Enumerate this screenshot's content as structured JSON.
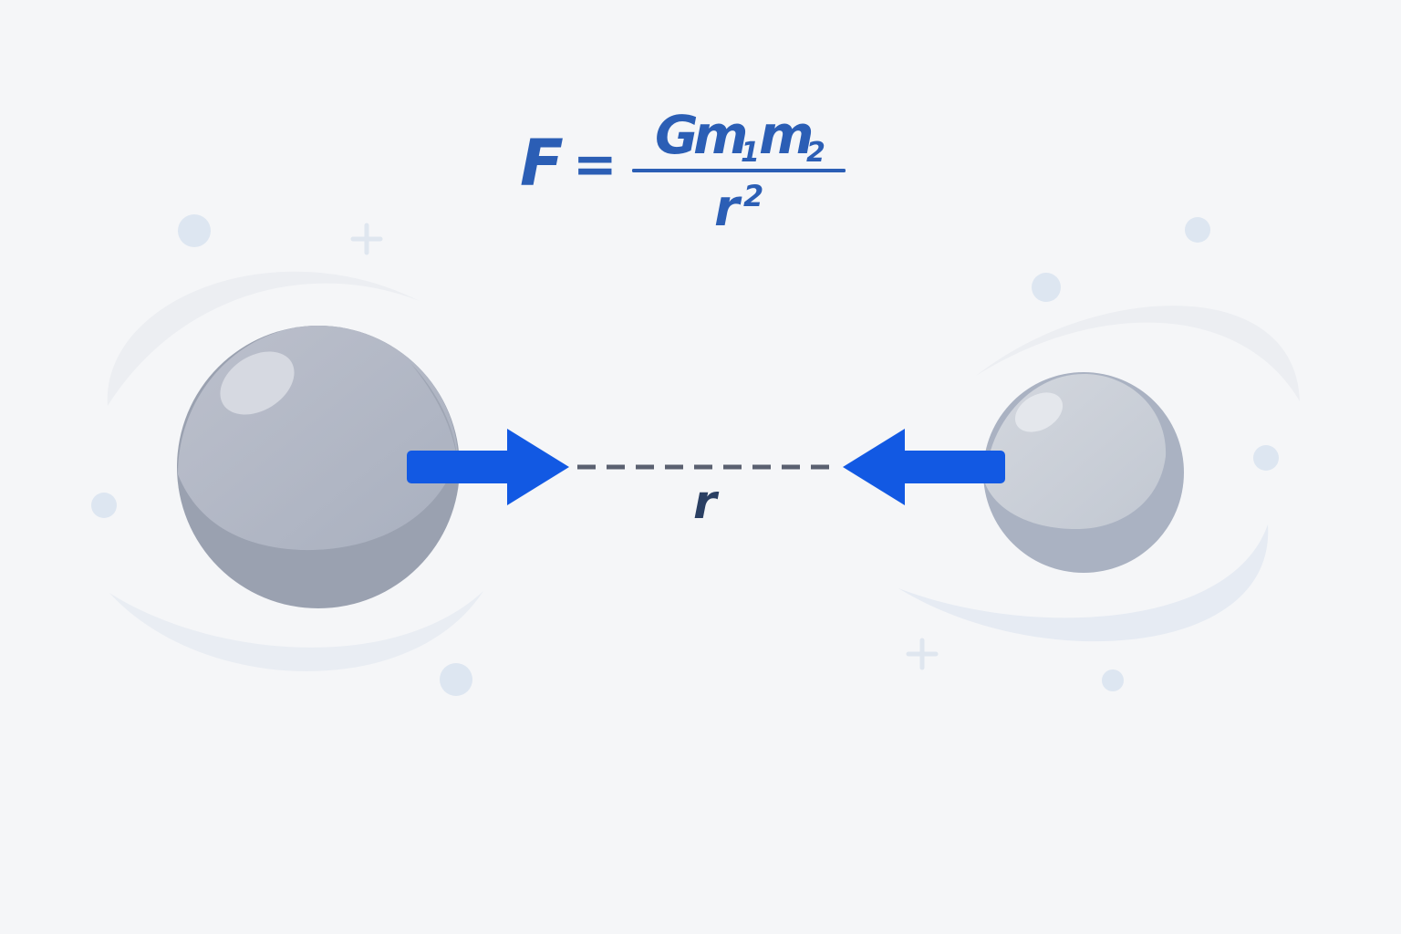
{
  "formula": {
    "lhs": "F",
    "equals": "=",
    "numerator": {
      "constant": "G",
      "mass1": {
        "symbol": "m",
        "subscript": "1"
      },
      "mass2": {
        "symbol": "m",
        "subscript": "2"
      }
    },
    "denominator": {
      "base": "r",
      "exponent": "2"
    }
  },
  "distance_label": "r",
  "colors": {
    "background": "#f5f6f8",
    "formula_text": "#2b5eb5",
    "force_arrow": "#1259e3",
    "distance_line": "#5a6070",
    "distance_label": "#2a3f63",
    "sphere_large": "#b0b6c4",
    "sphere_small": "#c6ccd6",
    "decor_dot": "#dde6f1",
    "orbit_swoosh": "#e9ecf2"
  },
  "icons": {
    "force_arrows": "arrow-right-icon / arrow-left-icon",
    "decorations": "plus-sparkle-icon"
  }
}
